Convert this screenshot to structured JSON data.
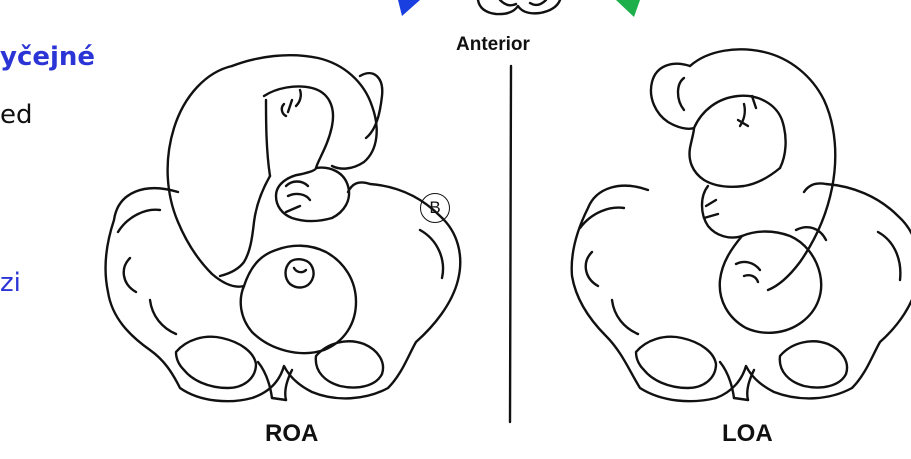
{
  "slide": {
    "line1": "yčejné",
    "line2": "ed",
    "line3": "zi"
  },
  "figure": {
    "anterior_label": "Anterior",
    "left_label": "ROA",
    "right_label": "LOA",
    "marker_label": "B"
  },
  "colors": {
    "text_blue": "#2b35d6",
    "arrow_blue": "#1a3fe0",
    "arrow_green": "#1db04a",
    "ink": "#111111"
  }
}
